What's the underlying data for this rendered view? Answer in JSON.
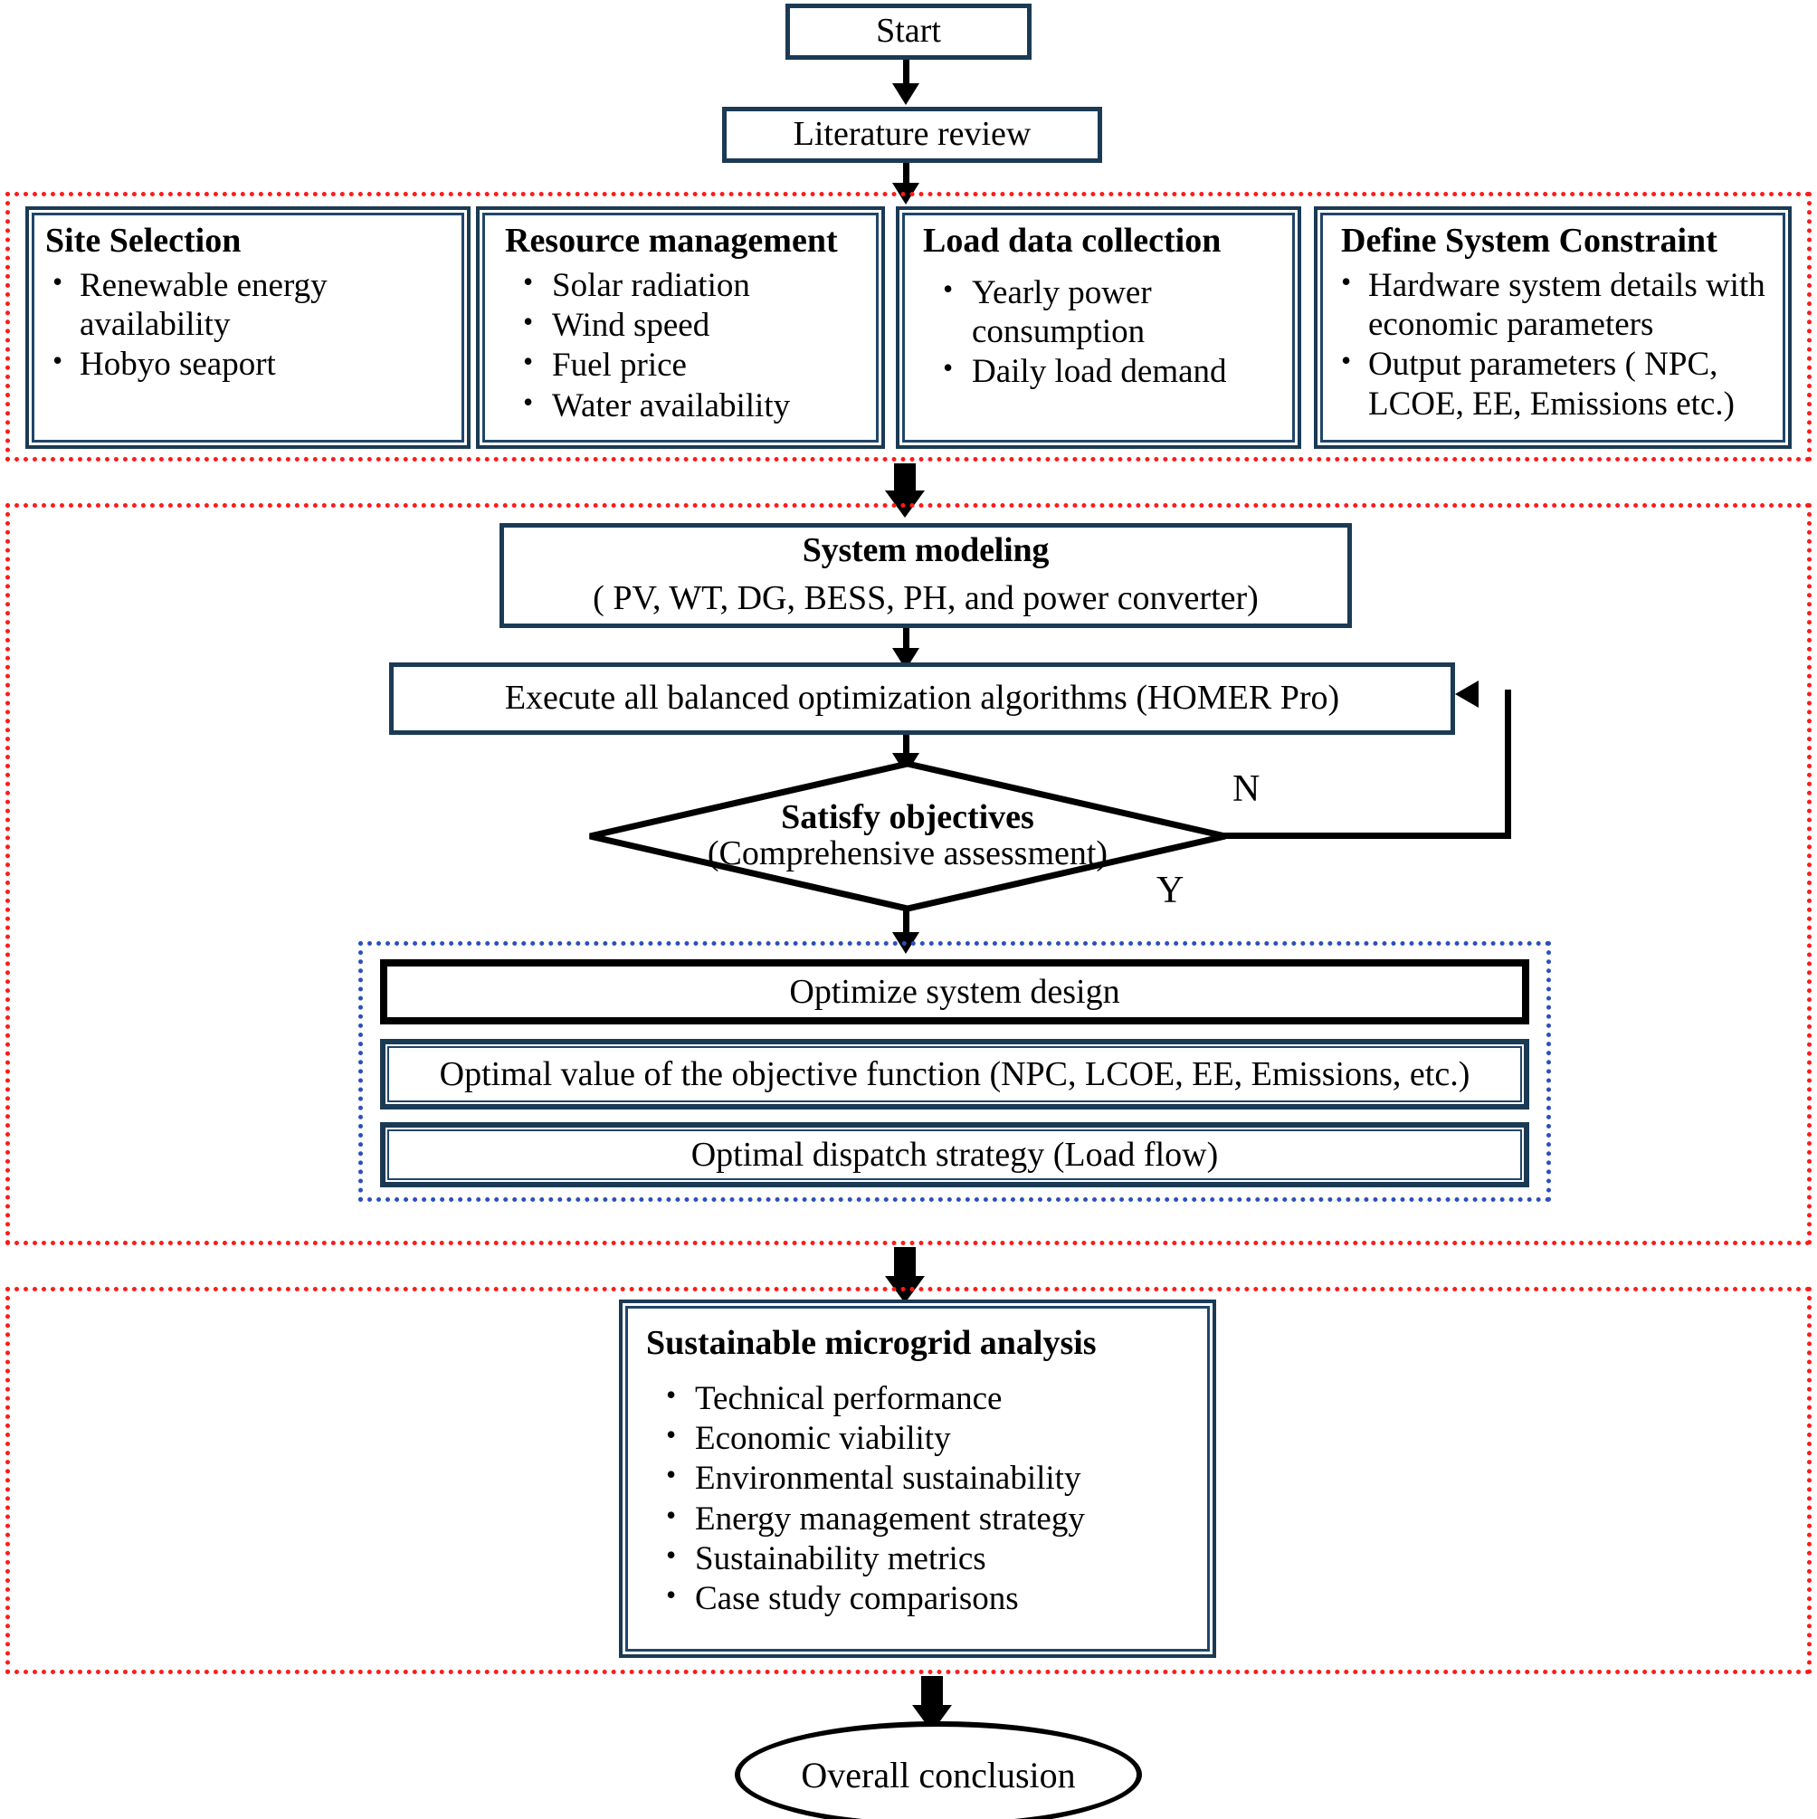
{
  "diagram": {
    "title": "Research methodology flowchart",
    "colors": {
      "node_border": "#1b3a54",
      "group_red": "#ff1a1a",
      "group_blue": "#2b4fbd",
      "arrow": "#000000",
      "background": "#ffffff"
    }
  },
  "nodes": {
    "start": {
      "label": "Start"
    },
    "literature_review": {
      "label": "Literature review"
    },
    "site_selection": {
      "title": "Site Selection",
      "items": [
        "Renewable energy availability",
        "Hobyo seaport"
      ]
    },
    "resource_management": {
      "title": "Resource management",
      "items": [
        "Solar radiation",
        "Wind speed",
        " Fuel price",
        "Water availability"
      ]
    },
    "load_data_collection": {
      "title": "Load data collection",
      "items": [
        "Yearly power consumption",
        "Daily load demand"
      ]
    },
    "define_system_constraint": {
      "title": "Define System Constraint",
      "items": [
        "Hardware system details with economic parameters",
        " Output parameters ( NPC, LCOE, EE, Emissions etc.)"
      ]
    },
    "system_modeling": {
      "line1": "System modeling",
      "line2": "( PV, WT, DG, BESS, PH, and power converter)"
    },
    "execute_optimization": {
      "label": "Execute all balanced optimization algorithms (HOMER  Pro)"
    },
    "decision": {
      "line1": "Satisfy objectives",
      "line2": "(Comprehensive assessment)",
      "branch_no": "N",
      "branch_yes": "Y"
    },
    "optimize_system_design": {
      "label": "Optimize system design"
    },
    "optimal_objective_value": {
      "label": "Optimal value of the objective function (NPC, LCOE, EE, Emissions, etc.)"
    },
    "optimal_dispatch": {
      "label": "Optimal dispatch strategy (Load flow)"
    },
    "sustainable_analysis": {
      "title": "Sustainable microgrid analysis",
      "items": [
        "Technical performance",
        "Economic viability",
        "Environmental sustainability",
        "Energy management strategy",
        "Sustainability metrics",
        "Case study comparisons"
      ]
    },
    "overall_conclusion": {
      "label": "Overall conclusion"
    }
  }
}
